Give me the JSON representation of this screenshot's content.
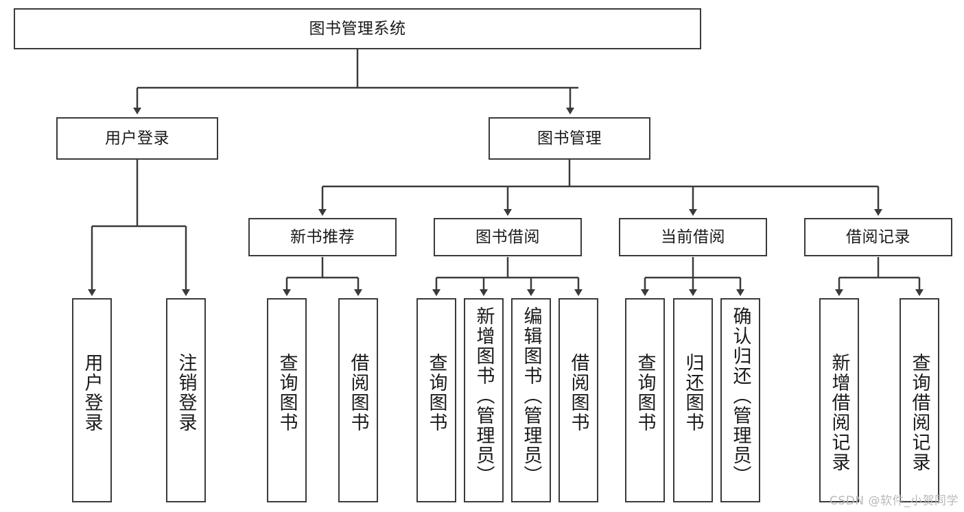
{
  "diagram": {
    "title": "图书管理系统",
    "type": "tree",
    "orientation": "top-down",
    "style": {
      "box_border": "#3a3a3a",
      "box_fill": "#ffffff",
      "line_color": "#3a3a3a",
      "background": "#ffffff",
      "text_color": "#1a1a1a"
    },
    "root": {
      "label": "图书管理系统"
    },
    "level2": [
      {
        "label": "用户登录"
      },
      {
        "label": "图书管理"
      }
    ],
    "level3": [
      {
        "label": "新书推荐"
      },
      {
        "label": "图书借阅"
      },
      {
        "label": "当前借阅"
      },
      {
        "label": "借阅记录"
      }
    ],
    "leaves": {
      "user_login": [
        {
          "label": "用户登录"
        },
        {
          "label": "注销登录"
        }
      ],
      "new_book_recommend": [
        {
          "label": "查询图书"
        },
        {
          "label": "借阅图书"
        }
      ],
      "book_borrow": [
        {
          "label": "查询图书"
        },
        {
          "label": "新增图书（管理员）"
        },
        {
          "label": "编辑图书（管理员）"
        },
        {
          "label": "借阅图书"
        }
      ],
      "current_borrow": [
        {
          "label": "查询图书"
        },
        {
          "label": "归还图书"
        },
        {
          "label": "确认归还（管理员）"
        }
      ],
      "borrow_record": [
        {
          "label": "新增借阅记录"
        },
        {
          "label": "查询借阅记录"
        }
      ]
    }
  },
  "watermark": {
    "text": "CSDN @软件_小贺同学"
  }
}
